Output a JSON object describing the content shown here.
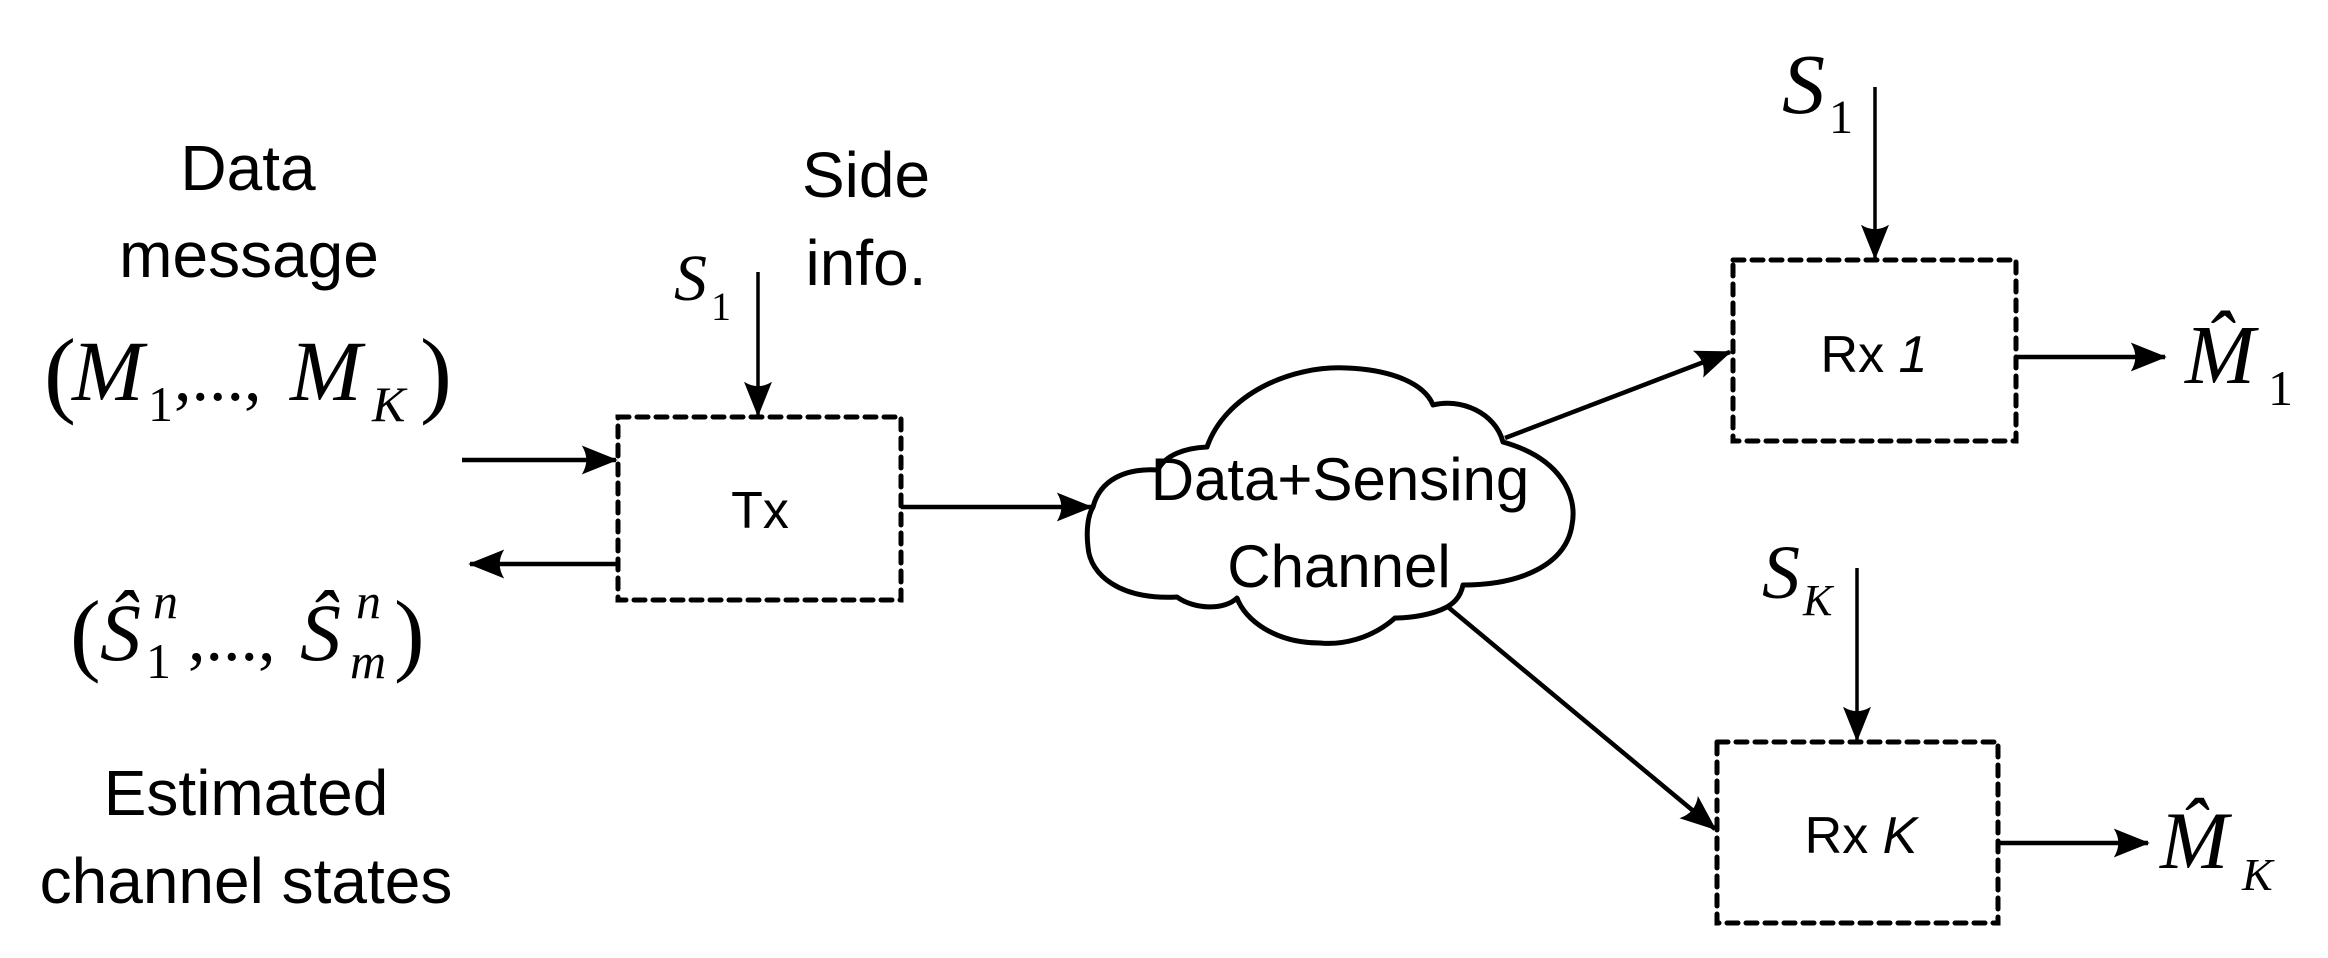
{
  "diagram": {
    "type": "block-diagram",
    "left_labels": {
      "input_title_line1": "Data",
      "input_title_line2": "message",
      "input_tuple": {
        "open": "(",
        "sym1": "M",
        "sub1": "1",
        "sep": ",...,",
        "sym2": "M",
        "sub2": "K",
        "close": ")"
      },
      "output_tuple": {
        "open": "(",
        "sym1": "Ŝ",
        "sup1": "n",
        "sub1": "1",
        "sep": ",...,",
        "sym2": "Ŝ",
        "sup2": "n",
        "sub2": "m",
        "close": ")"
      },
      "output_title_line1": "Estimated",
      "output_title_line2": "channel states"
    },
    "side_info": {
      "label_line1": "Side",
      "label_line2": "info."
    },
    "nodes": {
      "tx": {
        "label": "Tx",
        "side_input": {
          "sym": "S",
          "sub": "1"
        }
      },
      "channel": {
        "label_line1": "Data+Sensing",
        "label_line2": "Channel"
      },
      "rx1": {
        "label_prefix": "Rx ",
        "label_index": "1",
        "side_input": {
          "sym": "S",
          "sub": "1"
        },
        "output": {
          "sym": "M̂",
          "sub": "1"
        }
      },
      "rxk": {
        "label_prefix": "Rx ",
        "label_index": "K",
        "side_input": {
          "sym": "S",
          "sub": "K"
        },
        "output": {
          "sym": "M̂",
          "sub": "K"
        }
      }
    },
    "edges": [
      {
        "from": "input",
        "to": "tx",
        "label": "data message"
      },
      {
        "from": "tx",
        "to": "output",
        "label": "estimated channel states"
      },
      {
        "from": "side_info_S1",
        "to": "tx"
      },
      {
        "from": "tx",
        "to": "channel"
      },
      {
        "from": "channel",
        "to": "rx1"
      },
      {
        "from": "channel",
        "to": "rxk"
      },
      {
        "from": "side_info_S1",
        "to": "rx1"
      },
      {
        "from": "side_info_SK",
        "to": "rxk"
      },
      {
        "from": "rx1",
        "to": "M1_hat"
      },
      {
        "from": "rxk",
        "to": "MK_hat"
      }
    ],
    "colors": {
      "stroke": "#000000",
      "background": "#ffffff"
    }
  }
}
